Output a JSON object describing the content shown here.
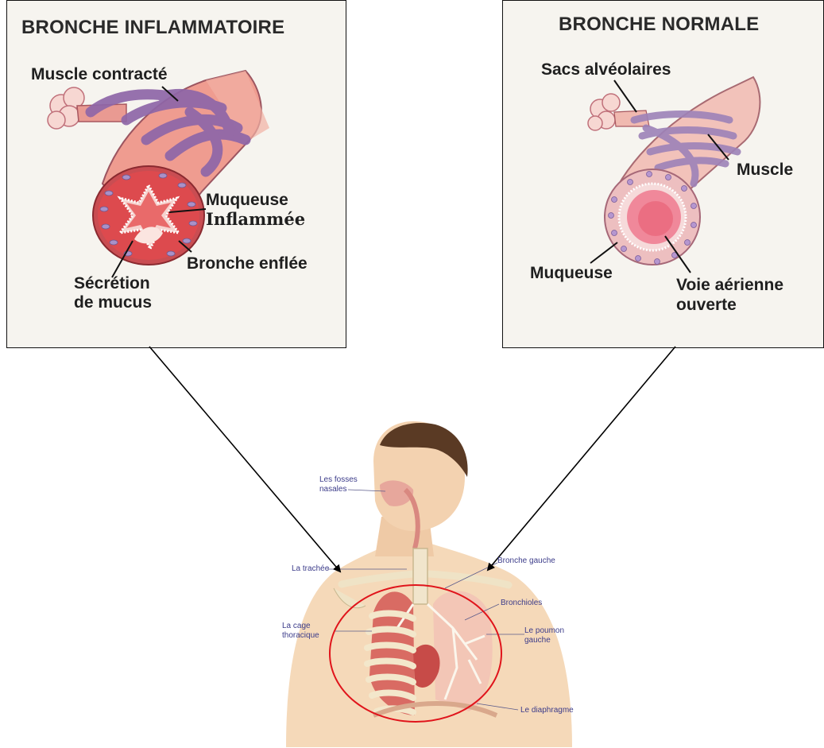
{
  "panel_left": {
    "title": "BRONCHE INFLAMMATOIRE",
    "labels": {
      "muscle": "Muscle contracté",
      "muqueuse_1": "Muqueuse",
      "muqueuse_2": "Inflammée",
      "bronche": "Bronche enflée",
      "secretion_1": "Sécrétion",
      "secretion_2": "de mucus"
    }
  },
  "panel_right": {
    "title": "BRONCHE NORMALE",
    "labels": {
      "sacs": "Sacs alvéolaires",
      "muscle": "Muscle",
      "muqueuse": "Muqueuse",
      "voie_1": "Voie aérienne",
      "voie_2": "ouverte"
    }
  },
  "body_labels": {
    "fosses_1": "Les fosses",
    "fosses_2": "nasales",
    "trachee": "La trachée",
    "bronche_gauche": "Bronche gauche",
    "bronchioles": "Bronchioles",
    "cage_1": "La cage",
    "cage_2": "thoracique",
    "poumon_1": "Le poumon",
    "poumon_2": "gauche",
    "diaphragme": "Le diaphragme"
  },
  "colors": {
    "highlight_ellipse": "#e0141b",
    "arrow": "#000000",
    "muscle_purple": "#9a72b0",
    "tissue_pink": "#f0a498",
    "inflamed_red": "#d83a3e",
    "label_blue": "#3c3c8a"
  }
}
